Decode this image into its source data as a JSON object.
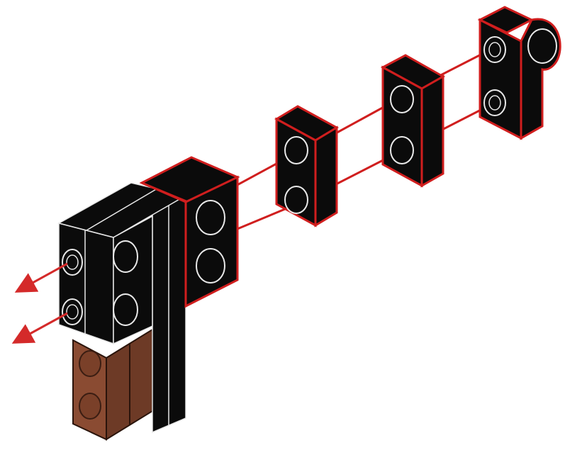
{
  "colors": {
    "background": "#ffffff",
    "brick_black": "#0b0b0b",
    "brick_edge": "#e8e8e8",
    "brick_brown": "#8a4b32",
    "brick_brown_dark": "#5e2f1e",
    "highlight_outline": "#d01e1e",
    "connector_line": "#d01e1e",
    "arrow": "#d42a2a"
  },
  "instruction": {
    "parts": [
      {
        "id": "assembly",
        "name": "base-assembly",
        "color": "brick_black"
      },
      {
        "id": "plate-1x2-a",
        "name": "plate-1x2",
        "color": "brick_black"
      },
      {
        "id": "plate-1x2-b",
        "name": "plate-1x2",
        "color": "brick_black"
      },
      {
        "id": "rounded-plate",
        "name": "plate-1x2-rounded-end",
        "color": "brick_black"
      }
    ],
    "connector_count": 6,
    "arrow_count": 2
  }
}
